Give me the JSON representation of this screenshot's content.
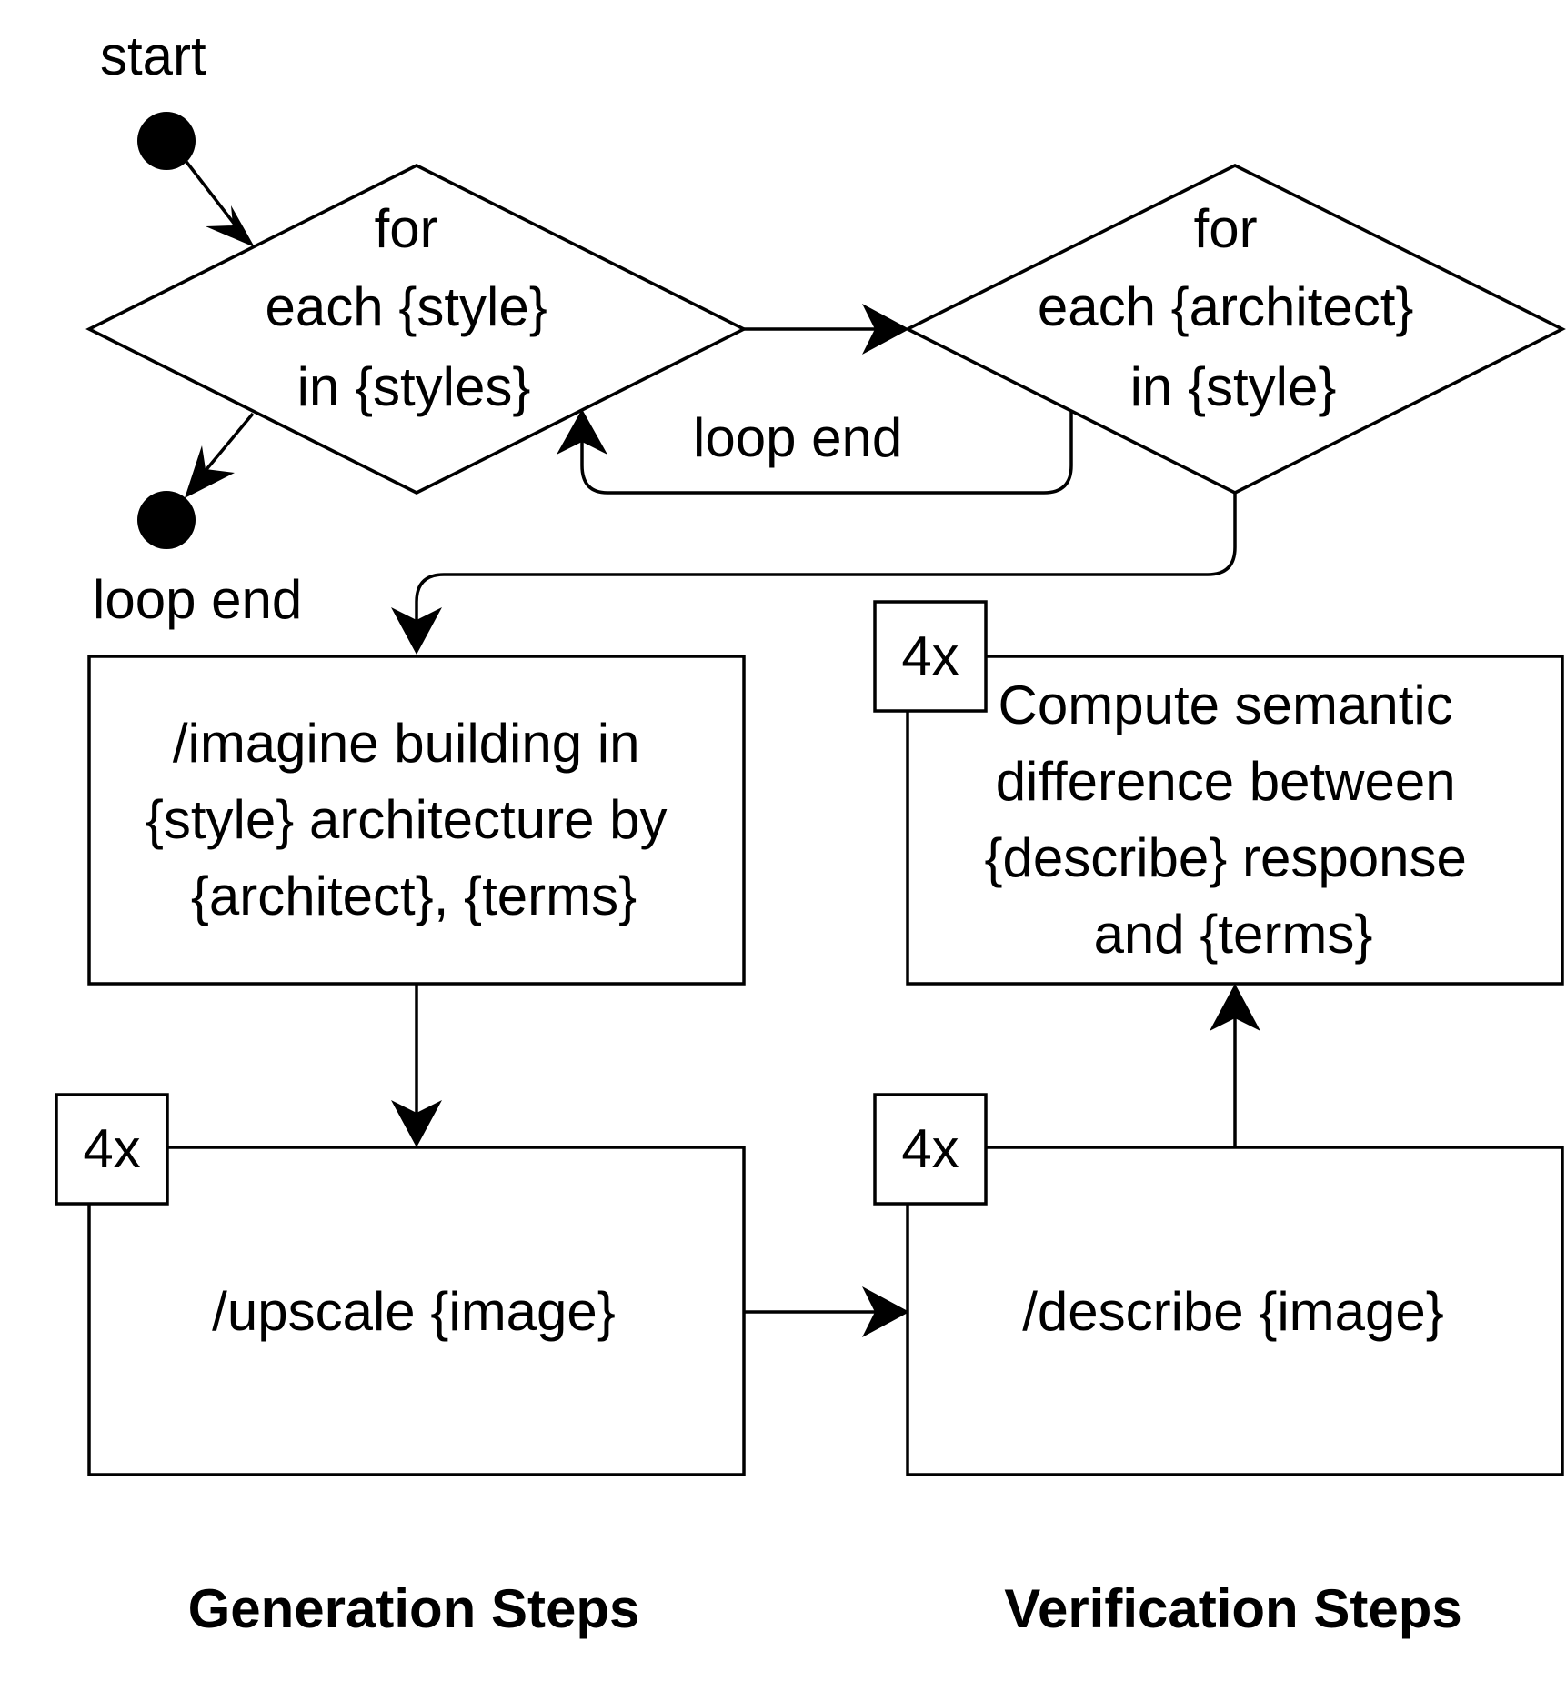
{
  "start_label": "start",
  "outer_loop": {
    "lines": [
      "for",
      "each {style}",
      "in {styles}"
    ]
  },
  "inner_loop": {
    "lines": [
      "for",
      "each {architect}",
      "in {style}"
    ]
  },
  "inner_loop_end_label": "loop end",
  "outer_loop_end_label": "loop end",
  "imagine_step": {
    "lines": [
      "/imagine building in",
      "{style} architecture by",
      "{architect}, {terms}"
    ]
  },
  "upscale_step": {
    "label": "/upscale {image}",
    "multiplier": "4x"
  },
  "describe_step": {
    "label": "/describe {image}",
    "multiplier": "4x"
  },
  "compute_step": {
    "lines": [
      "Compute semantic",
      "difference between",
      "{describe} response",
      "and {terms}"
    ],
    "multiplier": "4x"
  },
  "captions": {
    "generation": "Generation Steps",
    "verification": "Verification Steps"
  }
}
